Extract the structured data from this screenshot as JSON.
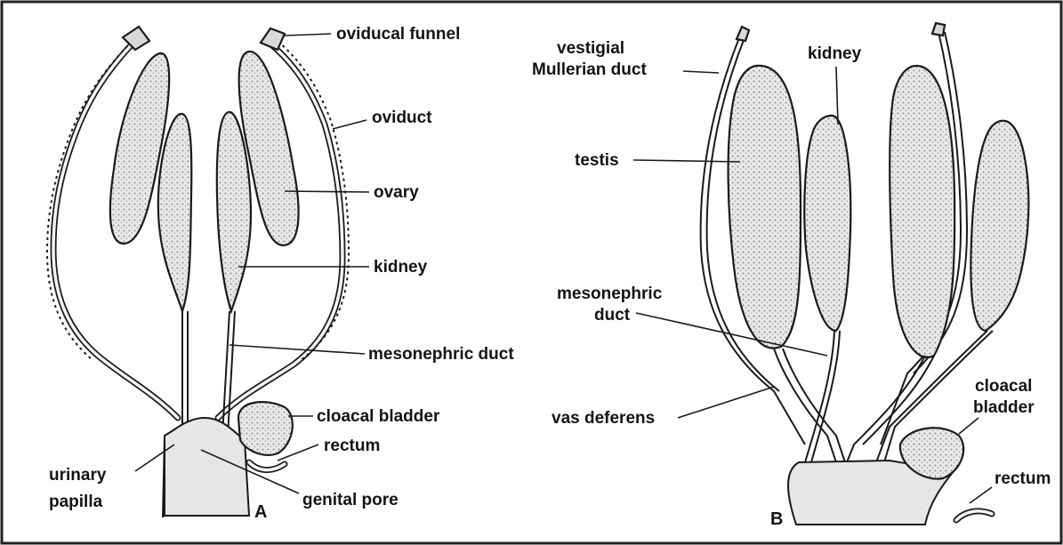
{
  "panel_a": {
    "letter": "A",
    "labels": {
      "oviducal_funnel": "oviducal funnel",
      "oviduct": "oviduct",
      "ovary": "ovary",
      "kidney": "kidney",
      "mesonephric_duct": "mesonephric duct",
      "cloacal_bladder": "cloacal bladder",
      "rectum": "rectum",
      "urinary_papilla_line1": "urinary",
      "urinary_papilla_line2": "papilla",
      "genital_pore": "genital pore"
    }
  },
  "panel_b": {
    "letter": "B",
    "labels": {
      "vestigial_line1": "vestigial",
      "vestigial_line2": "Mullerian duct",
      "kidney": "kidney",
      "testis": "testis",
      "mesonephric_line1": "mesonephric",
      "mesonephric_line2": "duct",
      "vas_deferens": "vas deferens",
      "cloacal_line1": "cloacal",
      "cloacal_line2": "bladder",
      "rectum": "rectum"
    }
  },
  "colors": {
    "ink": "#1a1a1a",
    "stipple": "#d9d9d9",
    "background": "#ffffff"
  }
}
